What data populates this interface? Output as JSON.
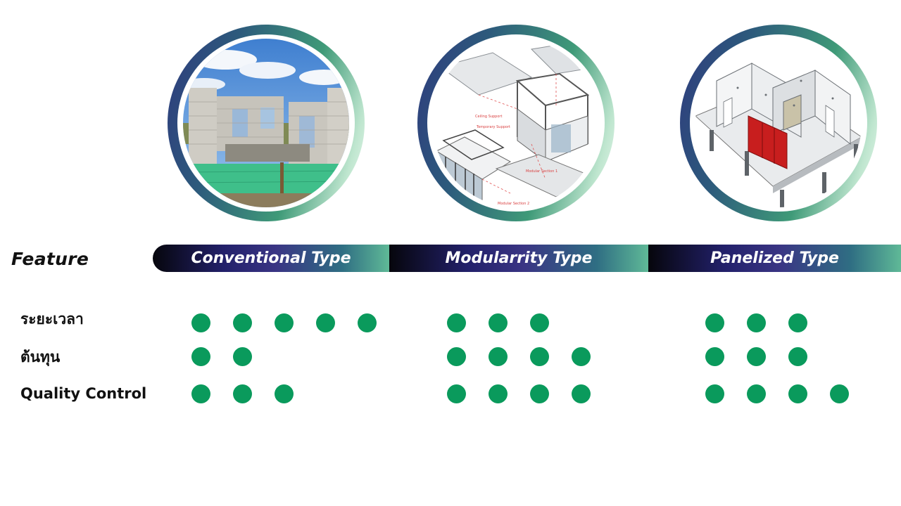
{
  "feature_label": "Feature",
  "columns": [
    {
      "name": "Conventional Type",
      "image": "block-wall-construction-site-photo"
    },
    {
      "name": "Modularrity Type",
      "image": "exploded-modular-unit-diagram"
    },
    {
      "name": "Panelized Type",
      "image": "panelized-house-3d-model"
    }
  ],
  "rows": [
    {
      "label": "ระยะเวลา",
      "ratings": [
        5,
        3,
        3
      ]
    },
    {
      "label": "ต้นทุน",
      "ratings": [
        2,
        4,
        3
      ]
    },
    {
      "label": "Quality Control",
      "ratings": [
        3,
        4,
        4
      ]
    }
  ],
  "colors": {
    "dot": "#0a9a5c",
    "header_dark": "#06060c",
    "header_mid": "#3a3584",
    "header_light": "#5fb997"
  },
  "diagram_labels": [
    "Ceiling Support",
    "Temporary Support",
    "Modular Section 2",
    "Modular Section 1"
  ]
}
